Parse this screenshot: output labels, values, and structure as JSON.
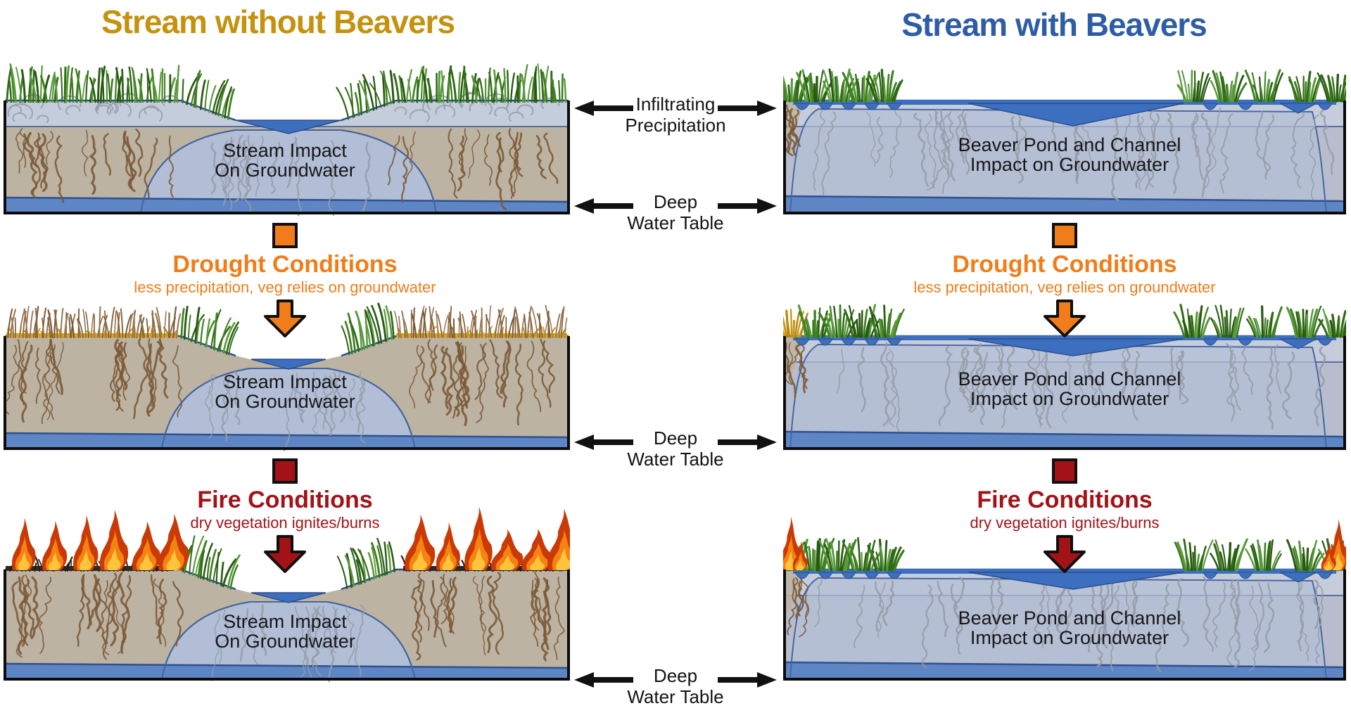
{
  "diagram": {
    "left_title": "Stream without Beavers",
    "right_title": "Stream with Beavers",
    "left_panel_label_line1": "Stream Impact",
    "left_panel_label_line2": "On Groundwater",
    "right_panel_label_line1": "Beaver Pond and Channel",
    "right_panel_label_line2": "Impact on Groundwater",
    "infiltrating_line1": "Infiltrating",
    "infiltrating_line2": "Precipitation",
    "deep_water_line1": "Deep",
    "deep_water_line2": "Water Table",
    "drought_title": "Drought Conditions",
    "drought_subtitle": "less precipitation, veg relies on groundwater",
    "fire_title": "Fire Conditions",
    "fire_subtitle": "dry vegetation ignites/burns"
  },
  "colors": {
    "left_title": "#C4920F",
    "right_title": "#2E5DA6",
    "drought": "#F07D1A",
    "fire": "#A31217",
    "water": "#3D6FC0",
    "water_edge": "#2A4E8C",
    "deep_band": "#5E86C4",
    "deep_band_edge": "#2E5190",
    "groundwater": "#B2BED5",
    "groundwater_edge": "#44659E",
    "soil": "#BDB3A2",
    "moist_soil": "#C5CCDB",
    "right_soil": "#B7BDCC",
    "grass_green": "#3F8020",
    "dry_gold": "#D7A21D",
    "root_brown": "#7A5836",
    "root_gray": "#959CA9",
    "flame_red": "#C93A06",
    "flame_orange": "#F58212",
    "flame_yellow": "#FFC33C",
    "label_text": "#17171B",
    "arrow_black": "#111111"
  }
}
